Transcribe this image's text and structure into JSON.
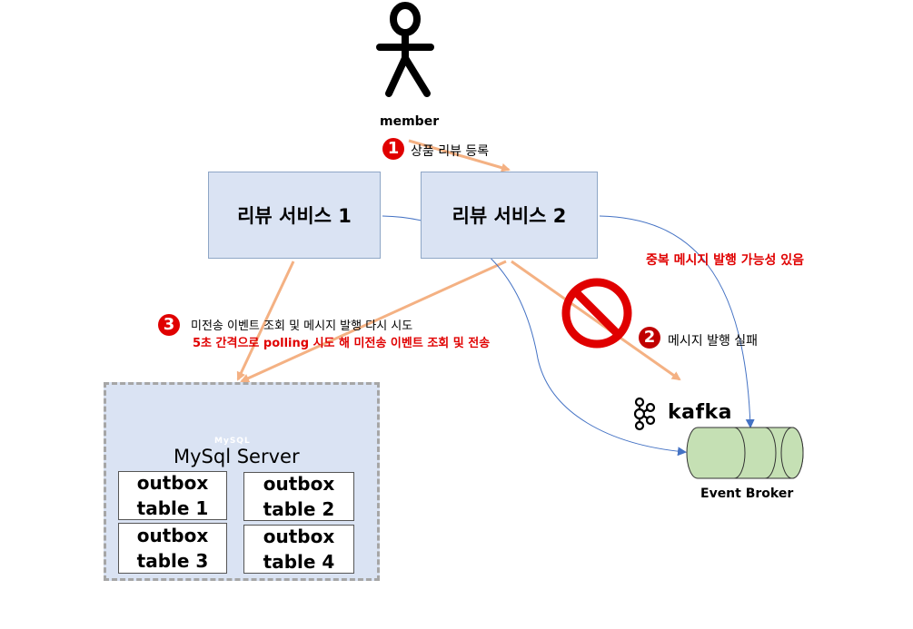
{
  "actor": {
    "label": "member",
    "icon": "stick-figure-icon"
  },
  "services": [
    {
      "label": "리뷰 서비스 1"
    },
    {
      "label": "리뷰 서비스 2"
    }
  ],
  "steps": {
    "step1": {
      "number": "1",
      "text": "상품 리뷰 등록"
    },
    "step2": {
      "number": "2",
      "text": "메시지 발행 실패"
    },
    "step3": {
      "number": "3",
      "text": "미전송 이벤트 조회 및 메시지 발행 다시 시도",
      "note": "5초 간격으로 polling 시도 해 미전송 이벤트 조회 및 전송"
    }
  },
  "warning": "중복 메시지 발행 가능성 있음",
  "database": {
    "server_label": "MySql Server",
    "logo_text": "MySQL",
    "tables": [
      {
        "line1": "outbox",
        "line2": "table 1"
      },
      {
        "line1": "outbox",
        "line2": "table 2"
      },
      {
        "line1": "outbox",
        "line2": "table 3"
      },
      {
        "line1": "outbox",
        "line2": "table 4"
      }
    ]
  },
  "broker": {
    "logo": "kafka",
    "label": "Event Broker"
  },
  "colors": {
    "service_fill": "#dae3f3",
    "arrow_orange": "#f4b183",
    "arrow_blue": "#4472c4",
    "queue_fill": "#c5e0b4",
    "prohibit_red": "#e00000"
  }
}
